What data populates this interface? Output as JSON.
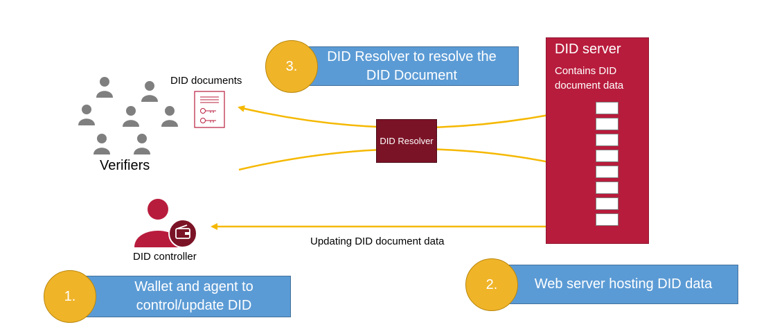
{
  "server": {
    "title": "DID server",
    "description": "Contains DID document data"
  },
  "resolver_label": "DID Resolver",
  "verifiers_label": "Verifiers",
  "did_documents_label": "DID documents",
  "controller_label": "DID controller",
  "update_label": "Updating DID document data",
  "callouts": [
    {
      "number": "1.",
      "line1": "Wallet and agent to",
      "line2": "control/update DID"
    },
    {
      "number": "2.",
      "line1": "Web server hosting DID data",
      "line2": ""
    },
    {
      "number": "3.",
      "line1": "DID Resolver to resolve the",
      "line2": "DID Document"
    }
  ],
  "colors": {
    "callout_blue": "#5b9bd5",
    "callout_orange": "#f0b429",
    "server_red": "#b81c3c",
    "resolver_maroon": "#7b1326",
    "arrow": "#f5b800",
    "person_grey": "#7f7f7f",
    "controller_red": "#b81c3c"
  },
  "icons": [
    "person-icon",
    "document-icon",
    "key-icon",
    "wallet-icon"
  ]
}
